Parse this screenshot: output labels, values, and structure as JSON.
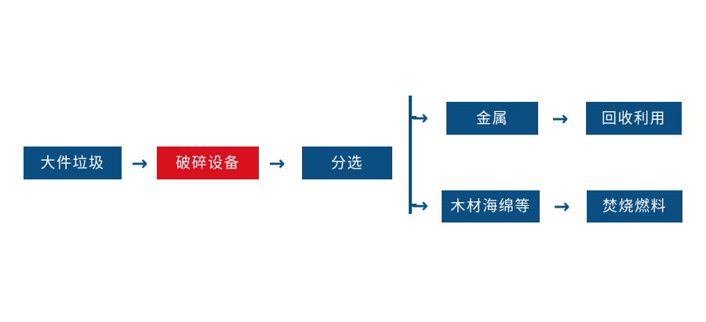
{
  "diagram": {
    "title": "",
    "colors": {
      "primary_blue": "#0a4e82",
      "accent_red": "#d9101e",
      "connector_blue": "#0a5183",
      "node_text": "#ffffff",
      "background": "#ffffff"
    },
    "nodes": {
      "bulky_waste": "大件垃圾",
      "crusher": "破碎设备",
      "sorting": "分选",
      "metal": "金属",
      "recycle": "回收利用",
      "wood_sponge": "木材海绵等",
      "incineration_fuel": "焚烧燃料"
    },
    "arrows": {
      "glyph": "→",
      "bulky_to_crusher": "→",
      "crusher_to_sorting": "→",
      "metal_to_recycle": "→",
      "wood_to_fuel": "→",
      "split_to_metal": "→",
      "split_to_wood": "→"
    }
  }
}
